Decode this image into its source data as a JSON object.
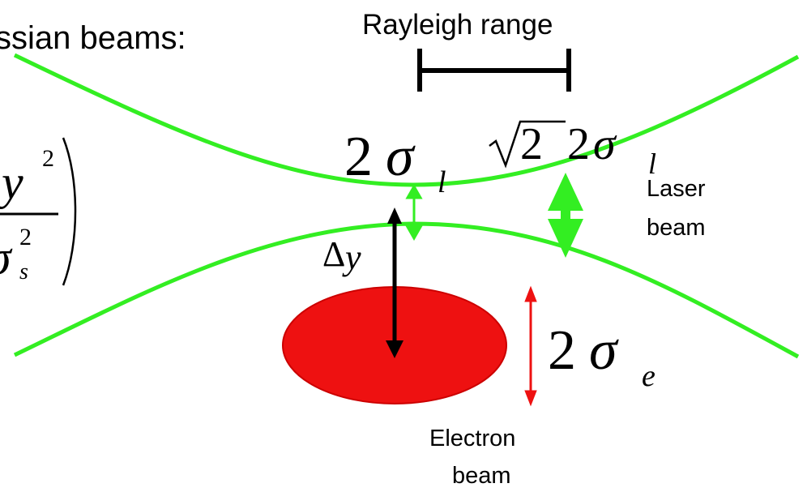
{
  "heading": "ssian beams:",
  "rayleigh_label": "Rayleigh range",
  "formula": {
    "numerator": "y",
    "numerator_exp": "2",
    "denominator": "σ",
    "denominator_sub": "s",
    "denominator_exp": "2"
  },
  "waist": {
    "coef": "2",
    "sigma": "σ",
    "sub": "l"
  },
  "rayleigh_width": {
    "root": "2",
    "coef": "2",
    "sigma": "σ",
    "sub": "l"
  },
  "laser_label": [
    "Laser",
    "beam"
  ],
  "electron_label": [
    "Electron",
    "beam"
  ],
  "electron_size": {
    "coef": "2",
    "sigma": "σ",
    "sub": "e"
  },
  "offset_label": {
    "delta": "Δ",
    "var": "y"
  },
  "colors": {
    "laser": "#33ee22",
    "electron": "#ee1111",
    "scale_bar": "#000000"
  }
}
